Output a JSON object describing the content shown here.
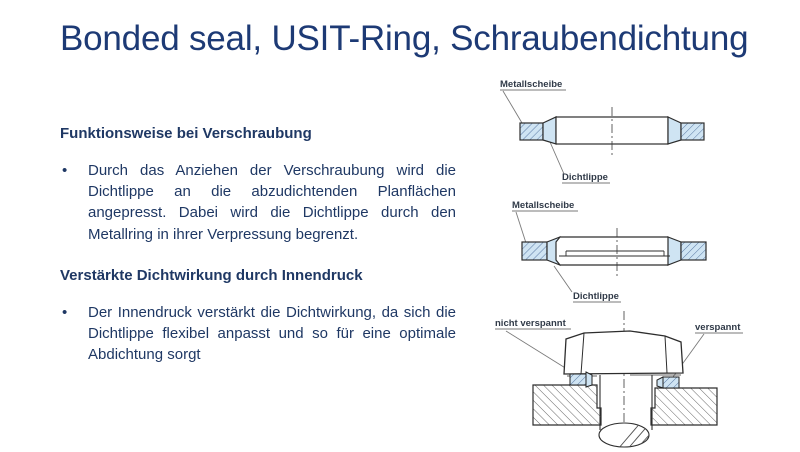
{
  "title": "Bonded seal, USIT-Ring, Schraubendichtung",
  "content": {
    "sections": [
      {
        "heading": "Funktionsweise bei Verschraubung",
        "bullet_marker": "•",
        "bullet_text": "Durch das Anziehen der Verschraubung wird die Dichtlippe an die abzudichtenden Planflächen angepresst. Dabei wird die Dichtlippe durch den Metallring in ihrer Verpressung begrenzt."
      },
      {
        "heading": "Verstärkte Dichtwirkung durch Innendruck",
        "bullet_marker": "•",
        "bullet_text": "Der Innendruck verstärkt die Dichtwirkung, da sich die Dichtlippe flexibel anpasst und so für eine optimale Abdichtung sorgt"
      }
    ]
  },
  "diagrams": {
    "seal_released": {
      "label_washer": "Metallscheibe",
      "label_lip": "Dichtlippe"
    },
    "seal_compressed": {
      "label_washer": "Metallscheibe",
      "label_lip": "Dichtlippe"
    },
    "bolt_section": {
      "label_not_clamped": "nicht verspannt",
      "label_clamped": "verspannt"
    }
  },
  "colors": {
    "title_navy": "#1d3a75",
    "text_navy": "#1f3864",
    "drawing_line": "#2d2d2d",
    "seal_fill_blue": "#cfe4f3",
    "blue_hatch_line": "#4d6d9a",
    "steel_hatch_line": "#555555",
    "leader_line": "#7a7a7a"
  }
}
